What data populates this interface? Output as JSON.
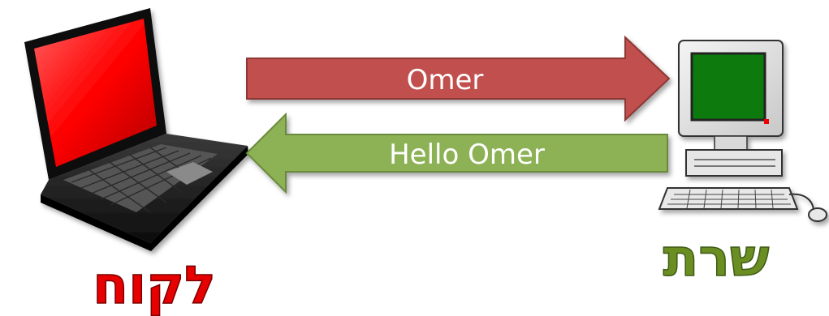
{
  "client": {
    "label": "לקוח",
    "label_color": "#e60000",
    "screen_color": "#ff1a1a",
    "icon": "laptop-icon"
  },
  "server": {
    "label": "שרת",
    "label_color": "#6b8e23",
    "screen_color": "#0a7a0a",
    "icon": "desktop-computer-icon"
  },
  "request_arrow": {
    "text": "Omer",
    "color": "#c0504d",
    "direction": "client-to-server"
  },
  "response_arrow": {
    "text": "Hello Omer",
    "color": "#8db255",
    "direction": "server-to-client"
  }
}
